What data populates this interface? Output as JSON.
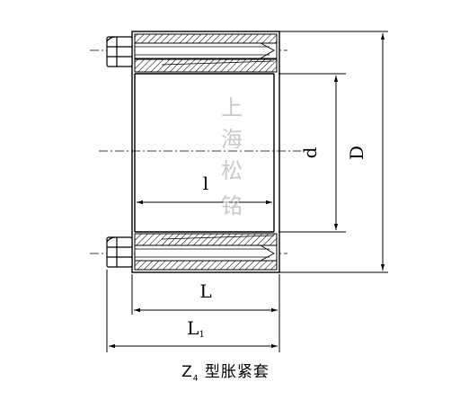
{
  "diagram": {
    "dimensions": {
      "d": "d",
      "D": "D",
      "l": "l",
      "L": "L",
      "L1_base": "L",
      "L1_sub": "1"
    },
    "watermark": [
      "上",
      "海",
      "松",
      "铭"
    ],
    "caption": {
      "prefix": "Z",
      "sub": "4",
      "text": "型胀紧套"
    },
    "colors": {
      "line": "#000000",
      "watermark": "#c9c9c9"
    }
  }
}
